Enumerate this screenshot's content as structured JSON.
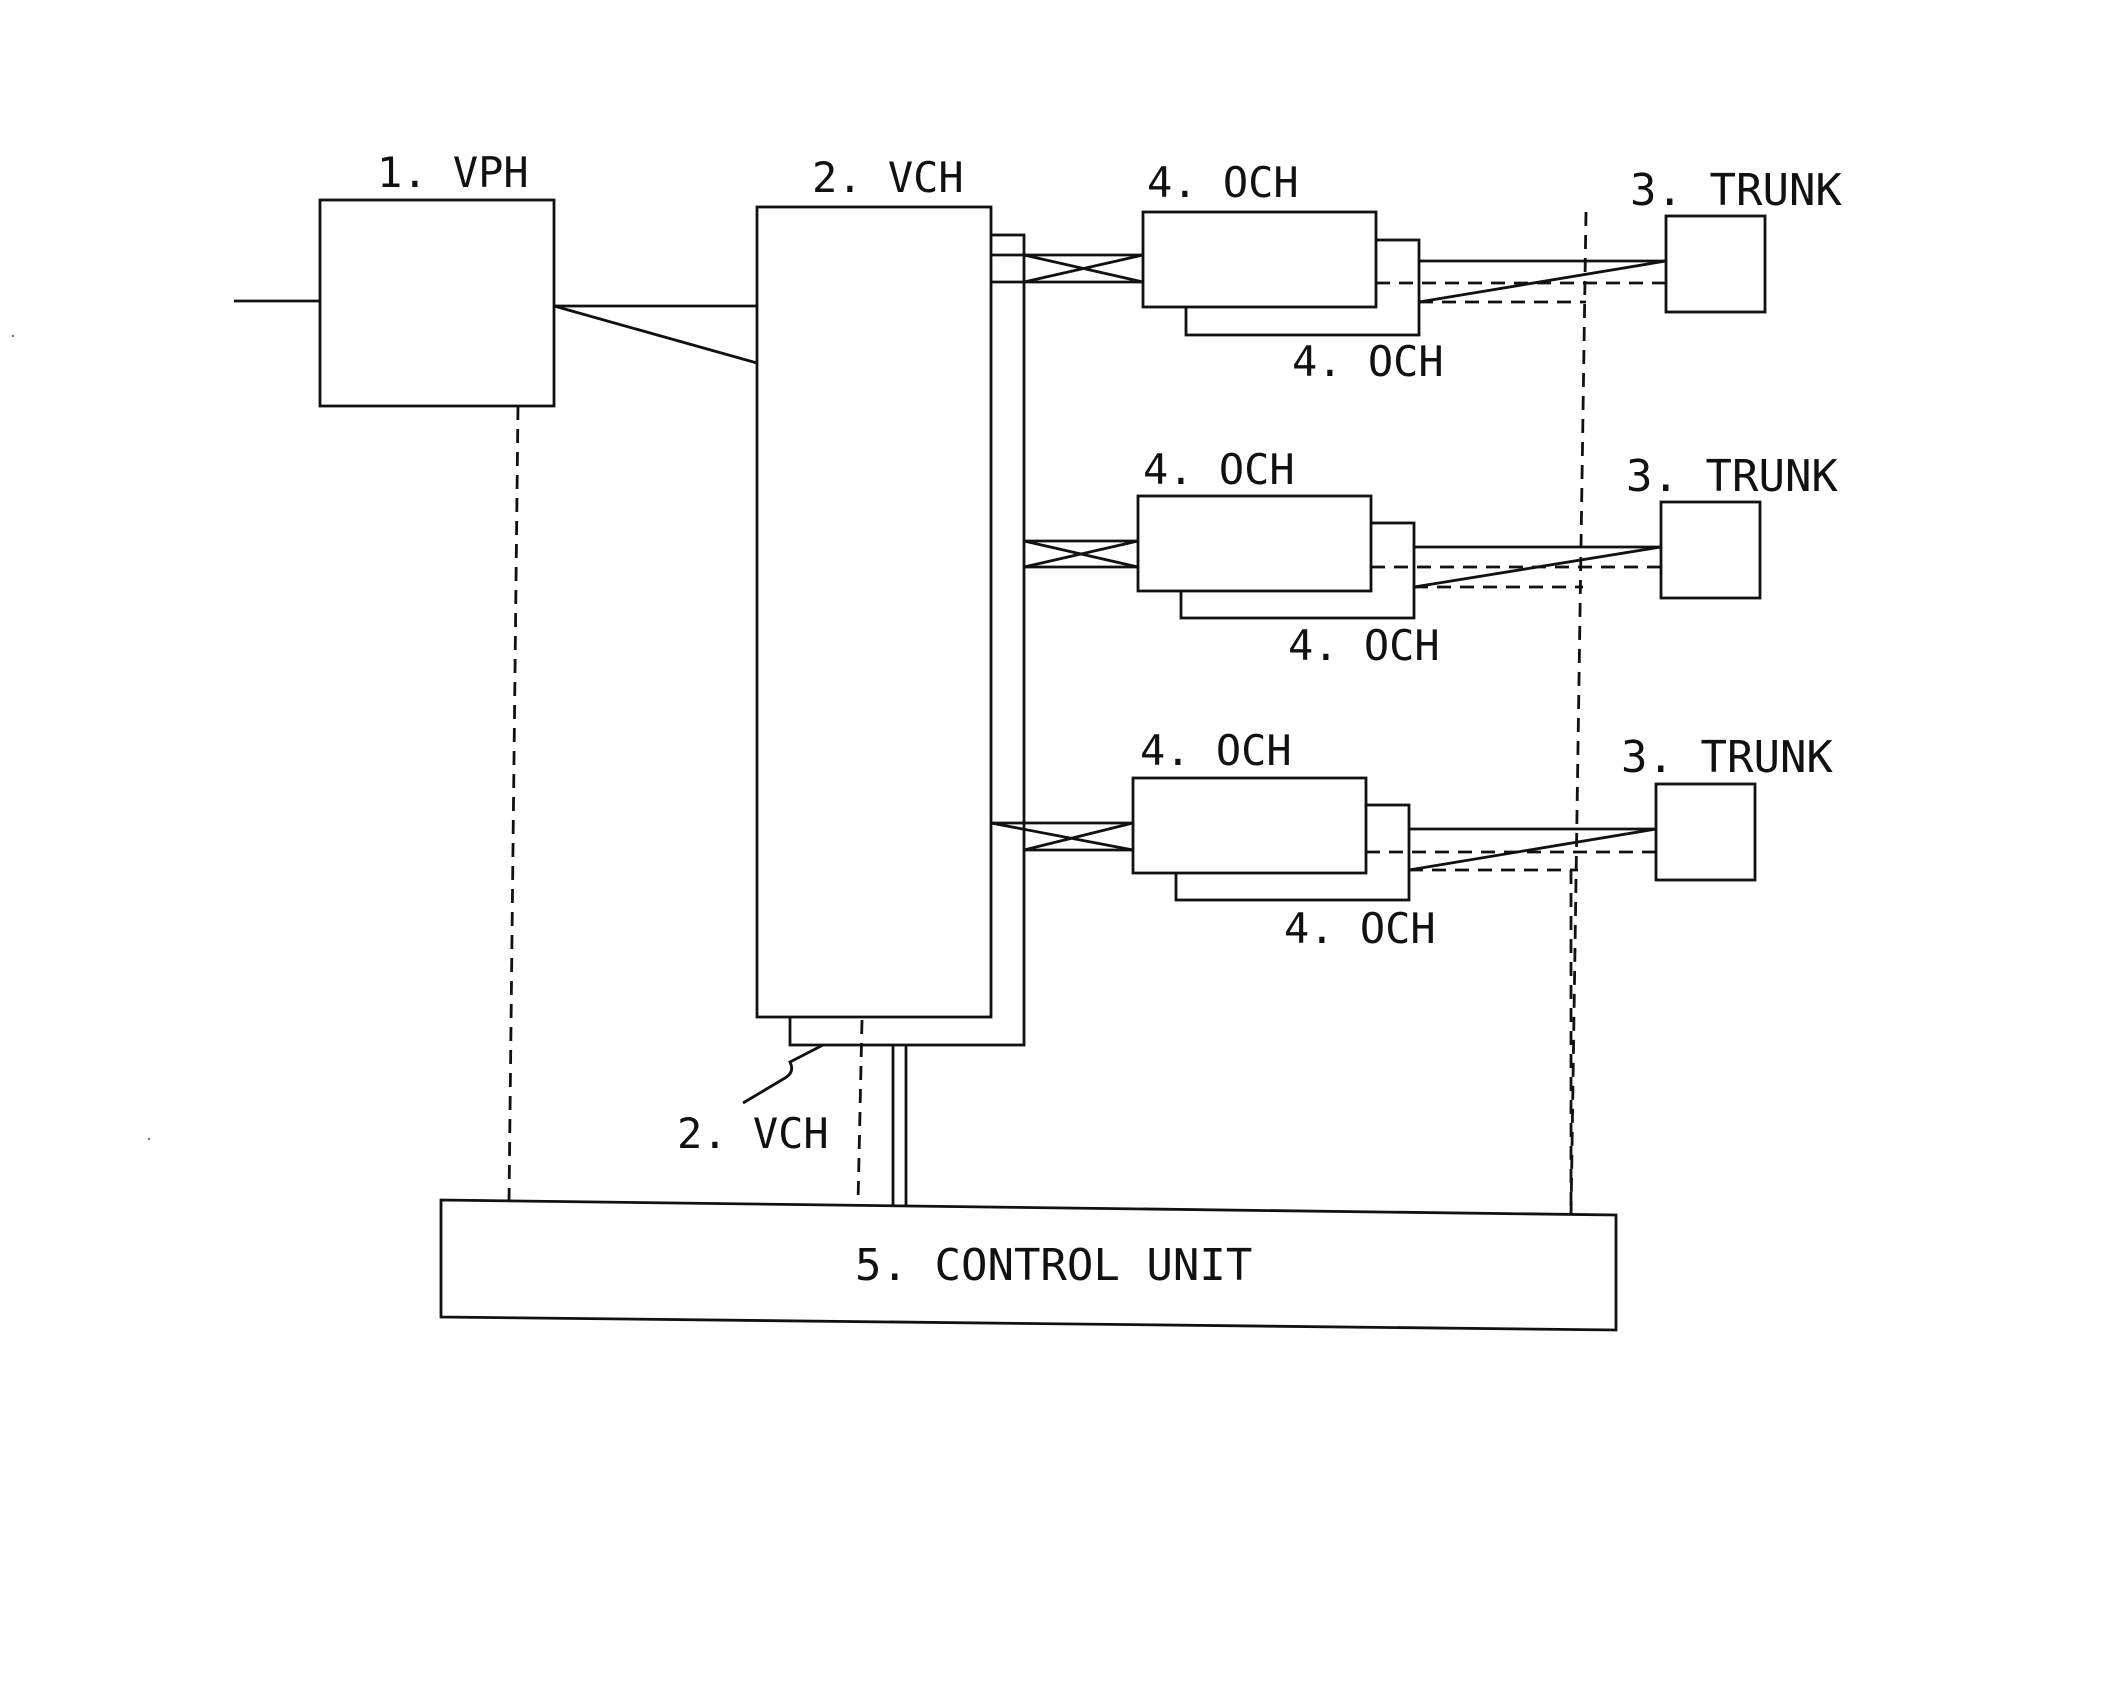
{
  "labels": {
    "vph": "1. VPH",
    "vch_top": "2. VCH",
    "vch_bottom": "2. VCH",
    "och": "4. OCH",
    "trunk": "3. TRUNK",
    "control_unit": "5. CONTROL UNIT"
  },
  "colors": {
    "line": "#111111",
    "background": "#ffffff"
  }
}
